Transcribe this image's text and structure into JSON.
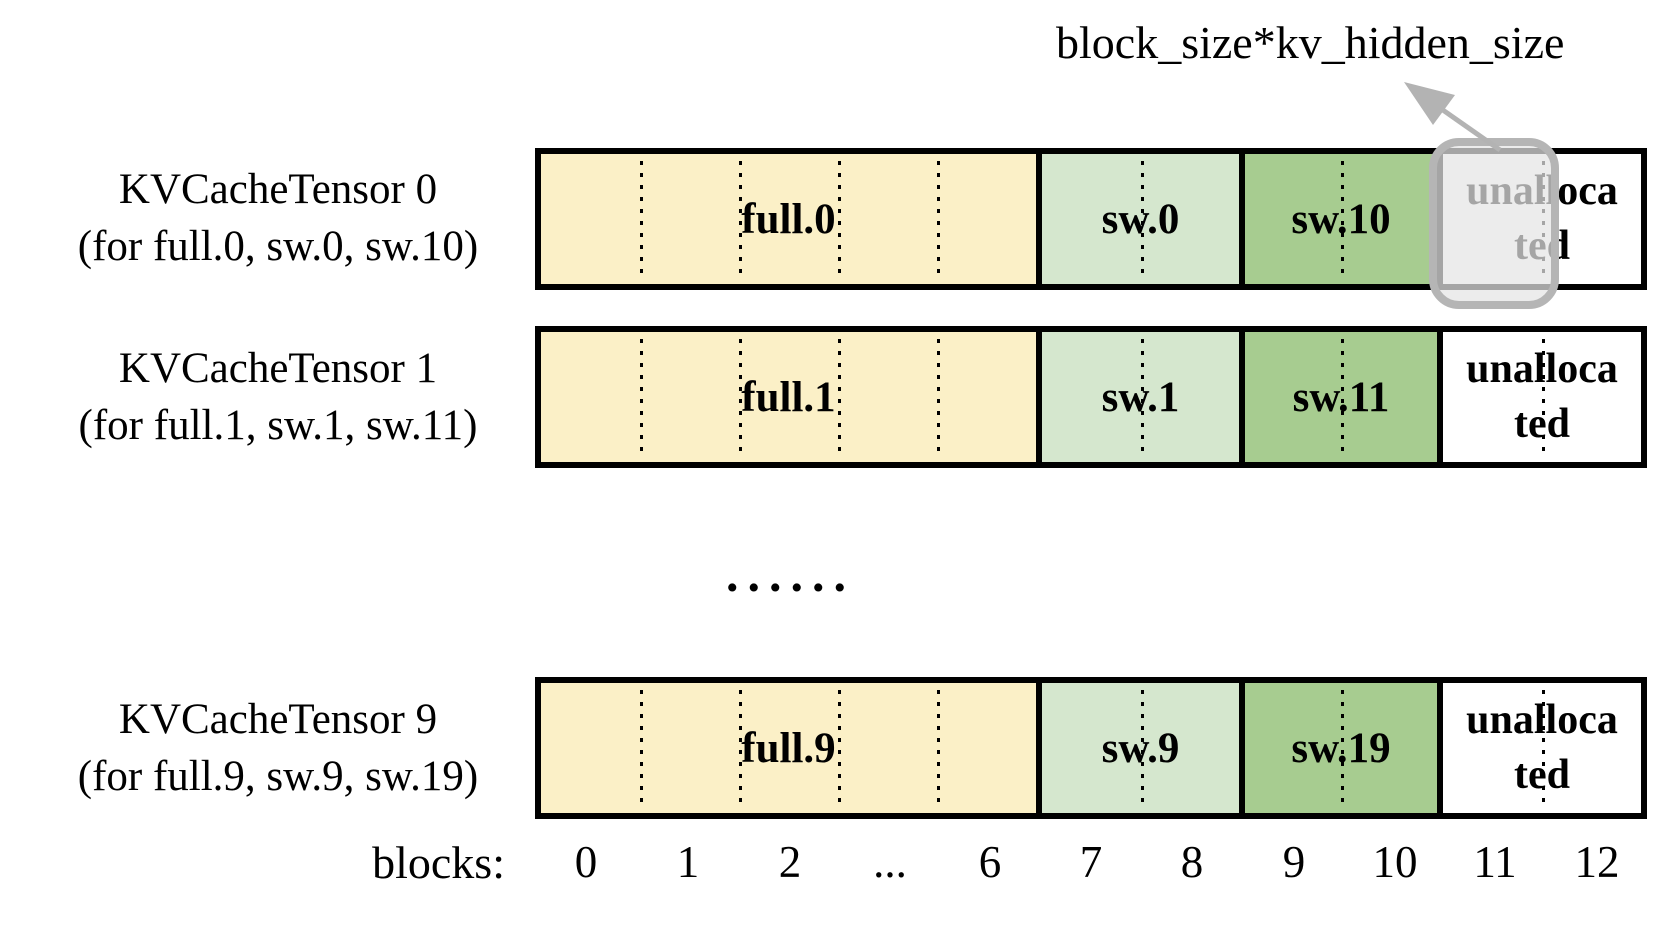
{
  "annotation": {
    "label": "block_size*kv_hidden_size"
  },
  "colors": {
    "full_segment": "#FBF0C7",
    "sw_low_segment": "#D5E7CE",
    "sw_high_segment": "#A7CC90",
    "unallocated_segment": "#FFFFFF",
    "box_border": "#000000",
    "highlight_border": "#B5B5B5",
    "highlight_fill": "#E5E5E5",
    "arrow": "#B3B3B3"
  },
  "rows": [
    {
      "title": "KVCacheTensor 0",
      "subtitle": "(for full.0, sw.0, sw.10)",
      "segments": {
        "full": "full.0",
        "sw_low": "sw.0",
        "sw_high": "sw.10",
        "unallocated_line1": "unalloca",
        "unallocated_line2": "ted"
      }
    },
    {
      "title": "KVCacheTensor 1",
      "subtitle": "(for full.1, sw.1, sw.11)",
      "segments": {
        "full": "full.1",
        "sw_low": "sw.1",
        "sw_high": "sw.11",
        "unallocated_line1": "unalloca",
        "unallocated_line2": "ted"
      }
    },
    {
      "title": "KVCacheTensor 9",
      "subtitle": "(for full.9, sw.9, sw.19)",
      "segments": {
        "full": "full.9",
        "sw_low": "sw.9",
        "sw_high": "sw.19",
        "unallocated_line1": "unalloca",
        "unallocated_line2": "ted"
      }
    }
  ],
  "ellipsis": "......",
  "axis": {
    "label": "blocks:",
    "ticks": [
      "0",
      "1",
      "2",
      "...",
      "6",
      "7",
      "8",
      "9",
      "10",
      "11",
      "12"
    ]
  }
}
